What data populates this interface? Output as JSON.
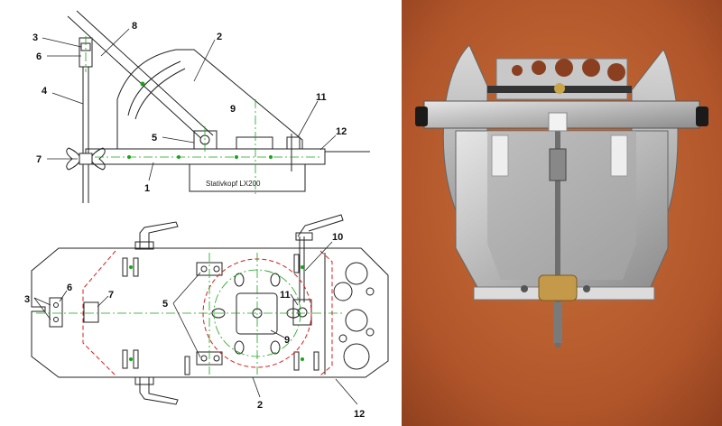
{
  "side_view": {
    "labels": [
      "3",
      "6",
      "8",
      "2",
      "4",
      "9",
      "11",
      "5",
      "12",
      "7",
      "1"
    ],
    "mount_text": "Stativkopf LX200"
  },
  "top_view": {
    "labels": [
      "3",
      "6",
      "7",
      "5",
      "10",
      "11",
      "9",
      "2",
      "12"
    ]
  },
  "colors": {
    "line": "#222222",
    "centerline": "#1aa31a",
    "hidden": "#d22020",
    "photo_bg": "#b85a2a"
  }
}
